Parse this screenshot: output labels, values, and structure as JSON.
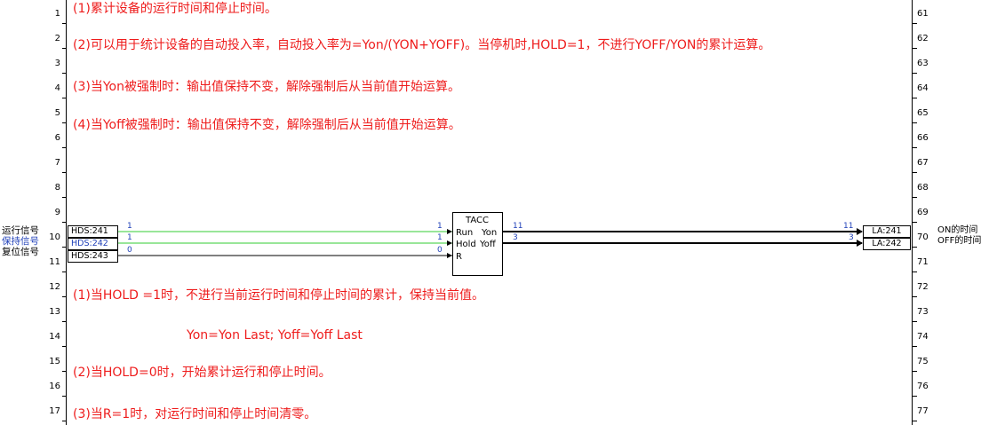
{
  "left_line_numbers": [
    "1",
    "2",
    "3",
    "4",
    "5",
    "6",
    "7",
    "8",
    "9",
    "10",
    "11",
    "12",
    "13",
    "14",
    "15",
    "16",
    "17"
  ],
  "right_line_numbers": [
    "61",
    "62",
    "63",
    "64",
    "65",
    "66",
    "67",
    "68",
    "69",
    "70",
    "71",
    "72",
    "73",
    "74",
    "75",
    "76",
    "77"
  ],
  "comments_top": [
    "(1)累计设备的运行时间和停止时间。",
    "(2)可以用于统计设备的自动投入率，自动投入率为=Yon/(YON+YOFF)。当停机时,HOLD=1，不进行YOFF/YON的累计运算。",
    "(3)当Yon被强制时：输出值保持不变，解除强制后从当前值开始运算。",
    "(4)当Yoff被强制时：输出值保持不变，解除强制后从当前值开始运算。"
  ],
  "comments_bottom": [
    "(1)当HOLD =1时，不进行当前运行时间和停止时间的累计，保持当前值。",
    "Yon=Yon Last; Yoff=Yoff Last",
    "(2)当HOLD=0时，开始累计运行和停止时间。",
    "(3)当R=1时，对运行时间和停止时间清零。"
  ],
  "input_labels": [
    "运行信号",
    "保持信号",
    "复位信号"
  ],
  "input_tags": [
    "HDS:241",
    "HDS:242",
    "HDS:243"
  ],
  "input_values_src": [
    "1",
    "1",
    "0"
  ],
  "input_values_dst": [
    "1",
    "1",
    "0"
  ],
  "block": {
    "name": "TACC",
    "inputs": [
      "Run",
      "Hold",
      "R"
    ],
    "outputs": [
      "Yon",
      "Yoff"
    ]
  },
  "output_values_src": [
    "11",
    "3"
  ],
  "output_values_dst": [
    "11",
    "3"
  ],
  "output_tags": [
    "LA:241",
    "LA:242"
  ],
  "output_labels": [
    "ON的时间",
    "OFF的时间"
  ],
  "colors": {
    "comment": "#ee1c1c",
    "wire_true": "#33cc33",
    "wire_false": "#000000",
    "value": "#1f3fb8",
    "hold_label": "#1f3fb8"
  }
}
